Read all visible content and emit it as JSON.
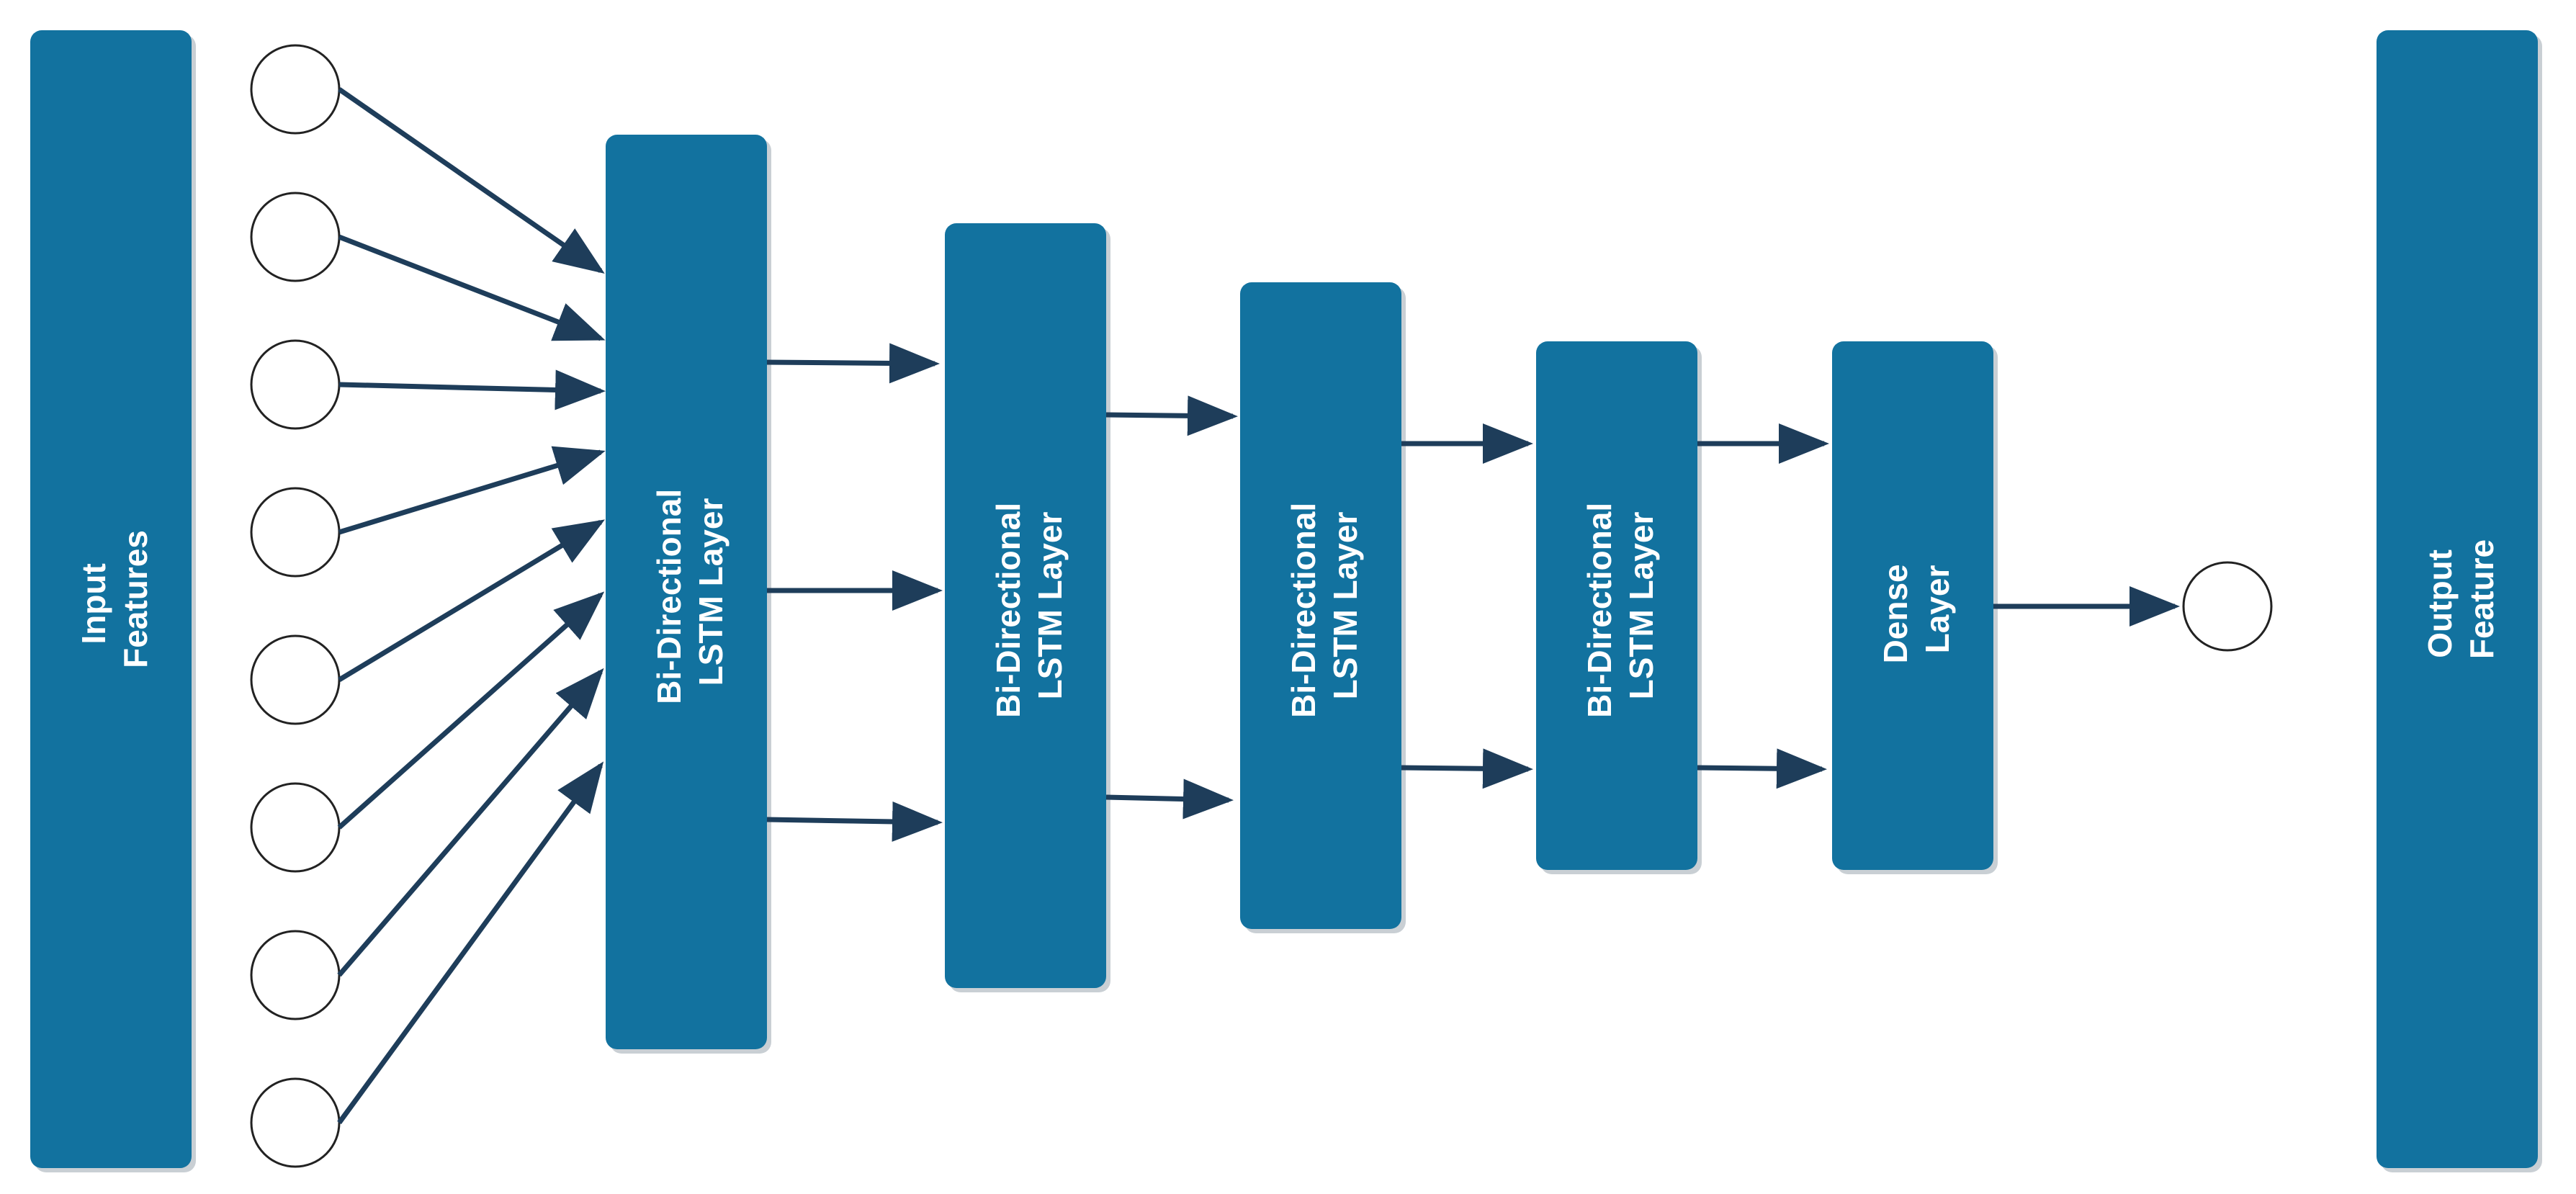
{
  "diagram": {
    "colors": {
      "block_fill": "#12729f",
      "block_shadow": "#c9cfd4",
      "arrow": "#1e3d5a",
      "node_fill": "#ffffff",
      "node_stroke": "#222222",
      "label": "#ffffff"
    },
    "input_block": {
      "lines": [
        "Input",
        "Features"
      ]
    },
    "output_block": {
      "lines": [
        "Output",
        "Feature"
      ]
    },
    "lstm_layers": [
      {
        "lines": [
          "Bi-Directional",
          "LSTM Layer"
        ]
      },
      {
        "lines": [
          "Bi-Directional",
          "LSTM Layer"
        ]
      },
      {
        "lines": [
          "Bi-Directional",
          "LSTM Layer"
        ]
      },
      {
        "lines": [
          "Bi-Directional",
          "LSTM Layer"
        ]
      }
    ],
    "dense_layer": {
      "lines": [
        "Dense",
        "Layer"
      ]
    },
    "input_node_count": 8,
    "output_node_count": 1
  }
}
